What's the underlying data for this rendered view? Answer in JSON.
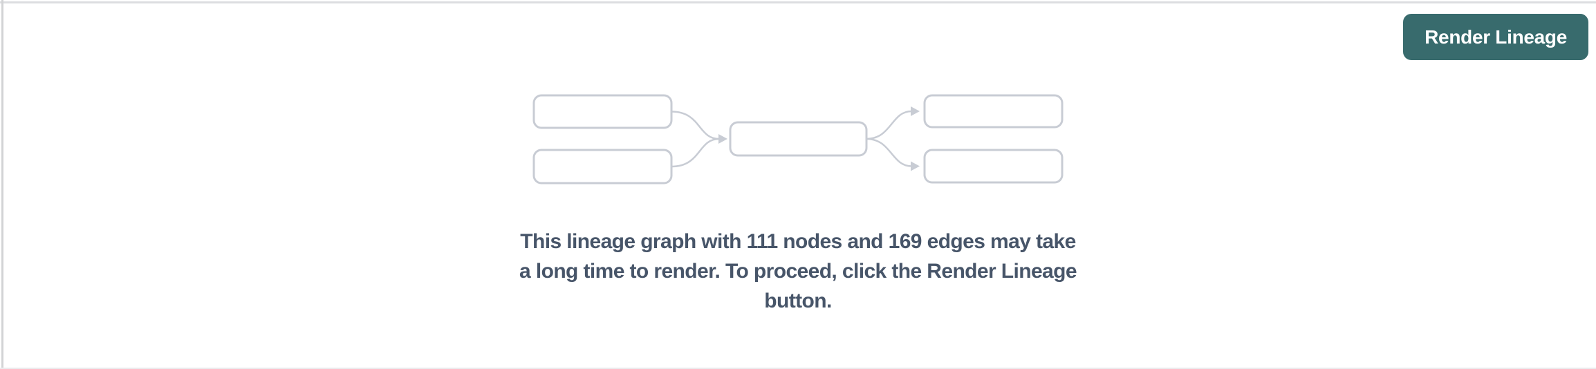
{
  "panel": {
    "background": "#ffffff",
    "top_border_color": "#dcdde0",
    "left_border_color": "#d2d3d5"
  },
  "toolbar": {
    "render_button_label": "Render Lineage",
    "button_color": "#386b6d",
    "button_text_color": "#ffffff"
  },
  "empty_state": {
    "node_count": 111,
    "edge_count": 169,
    "message_lines": [
      "This lineage graph with 111 nodes and 169 edges may take",
      "a long time to render. To proceed, click the Render Lineage",
      "button."
    ],
    "message_color": "#475569",
    "diagram": {
      "type": "lineage-placeholder",
      "box_count": 5,
      "box_border_color": "#c8ccd4",
      "arrow_color": "#c8ccd4"
    }
  }
}
